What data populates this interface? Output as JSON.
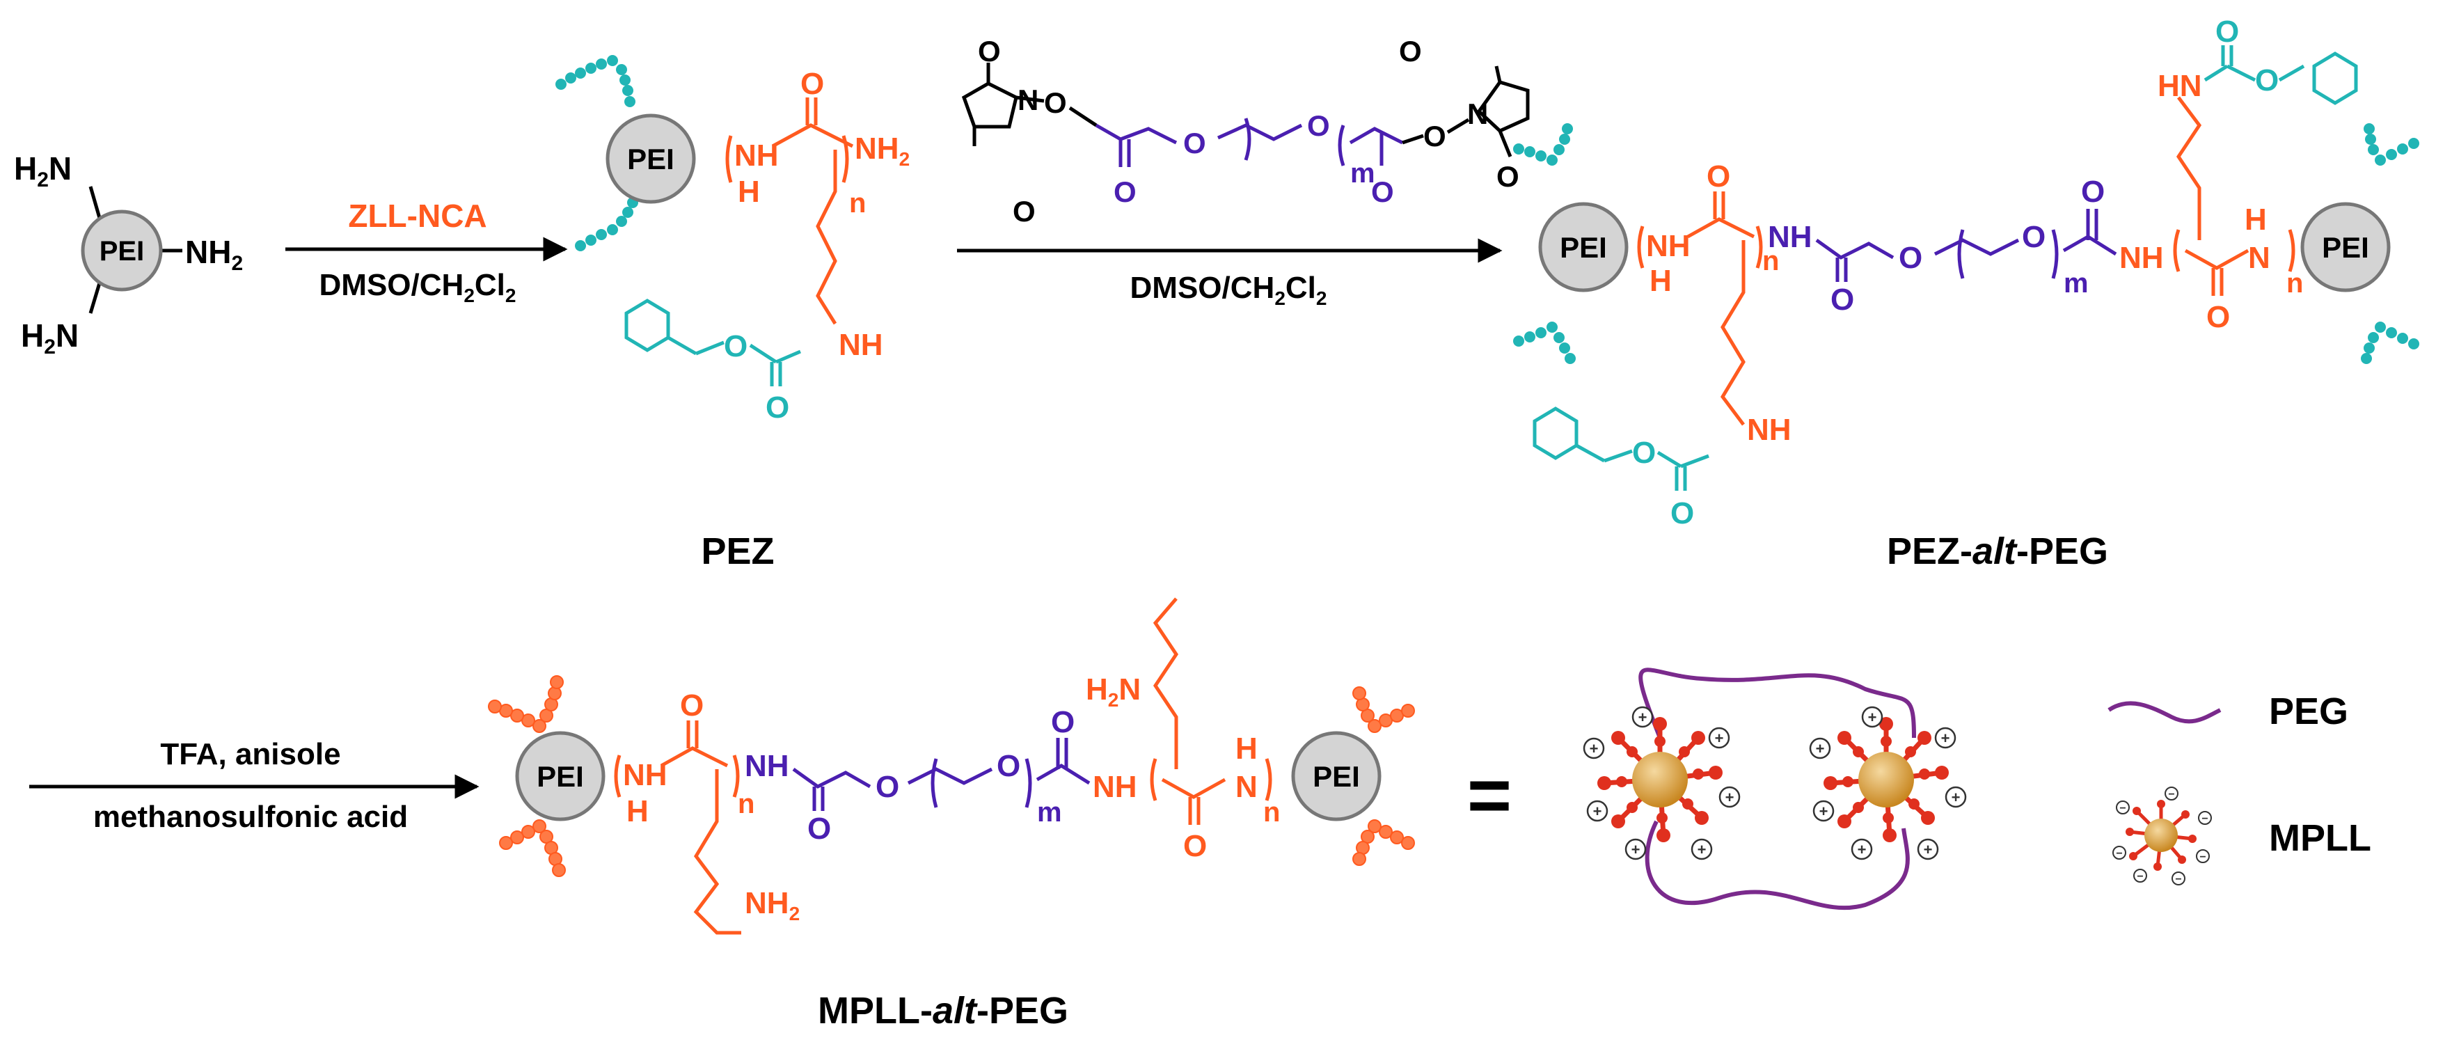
{
  "colors": {
    "black": "#000000",
    "orange": "#ff5a1f",
    "teal": "#21b5b5",
    "purple": "#4a1fb0",
    "peg_line": "#7a2a8c",
    "pei_fill": "#d4d4d4",
    "pei_stroke": "#777777",
    "mpll_red": "#e0301e",
    "core_gold": "#d39a3a"
  },
  "labels": {
    "pei": "PEI",
    "nh2": "NH",
    "h2n": "H",
    "sub2": "2",
    "n_atom": "N",
    "nh": "NH",
    "hn": "HN",
    "h": "H",
    "o": "O",
    "n_idx": "n",
    "m_idx": "m",
    "plus": "+",
    "minus": "−"
  },
  "step1": {
    "reagent": "ZLL-NCA",
    "solvent_main": "DMSO/CH",
    "solvent_mid": "Cl",
    "sub": "2"
  },
  "step2": {
    "solvent_main": "DMSO/CH",
    "solvent_mid": "Cl",
    "sub": "2"
  },
  "step3": {
    "reagent_line1": "TFA, anisole",
    "reagent_line2": "methanosulfonic acid"
  },
  "products": {
    "pez": "PEZ",
    "pez_alt_a": "PEZ-",
    "mpll_alt_a": "MPLL-",
    "alt": "alt",
    "alt_b": "-PEG"
  },
  "equals": "=",
  "legend": {
    "peg": "PEG",
    "mpll": "MPLL"
  }
}
